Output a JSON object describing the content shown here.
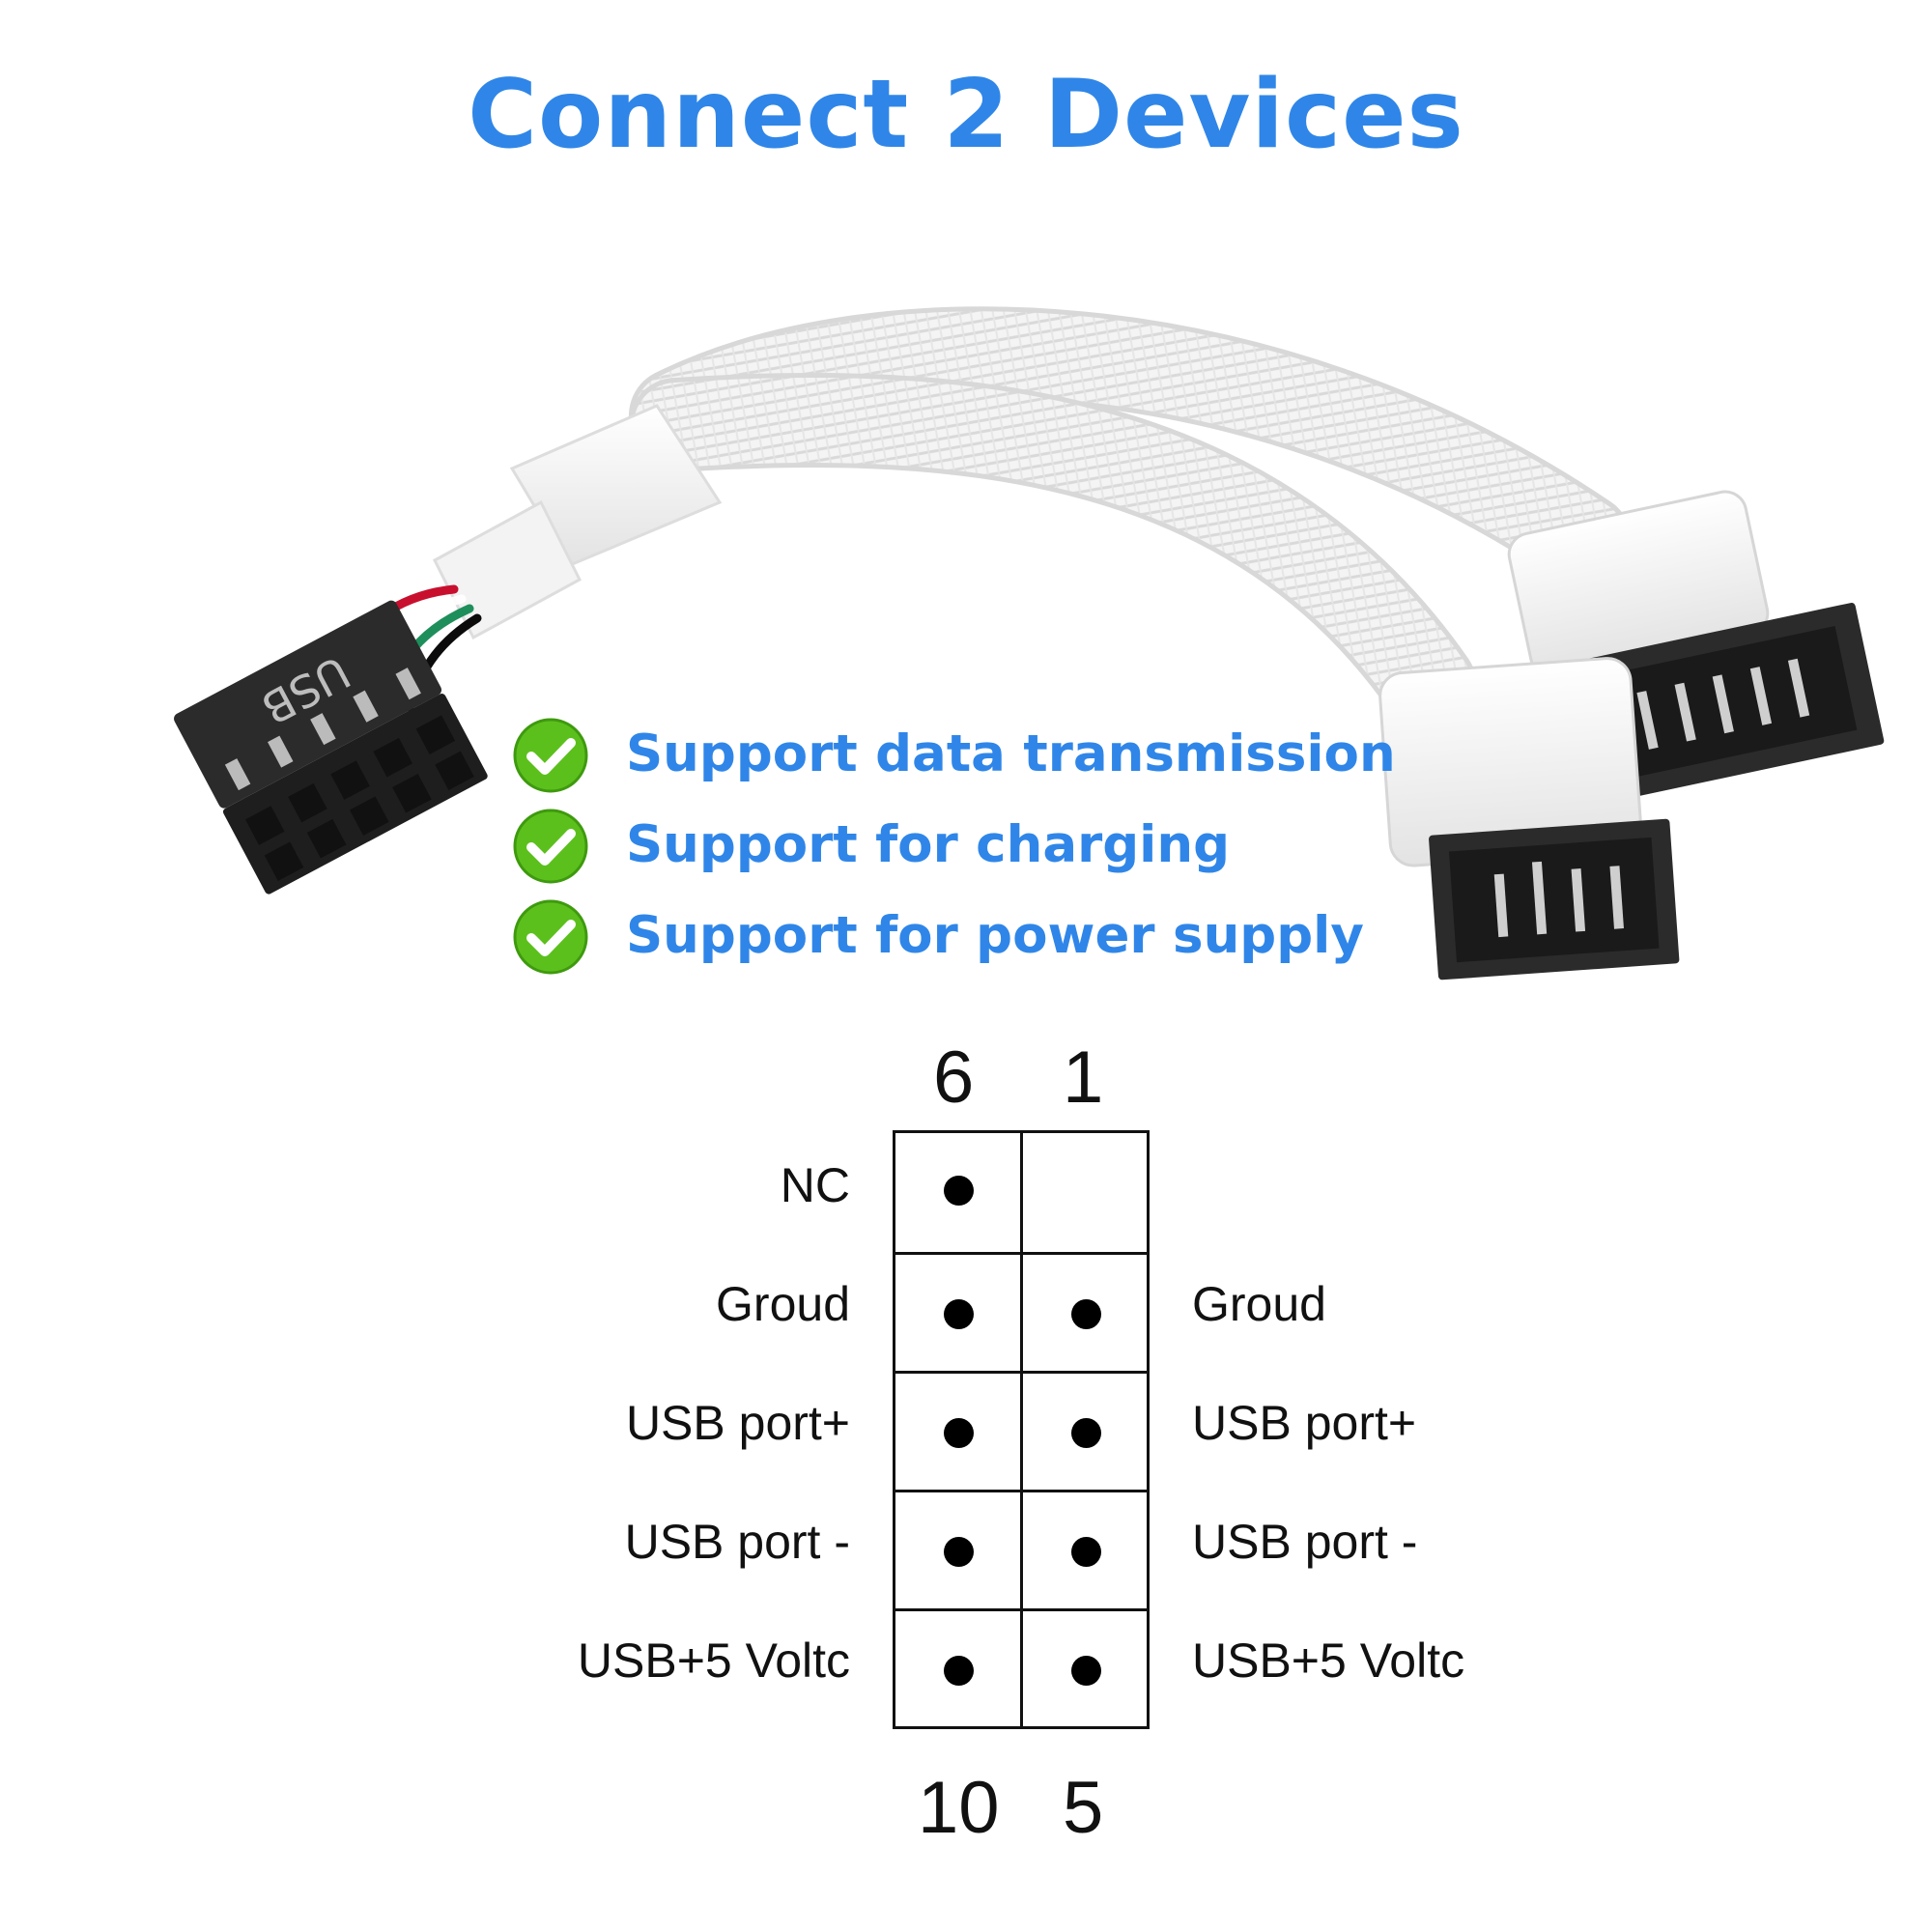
{
  "title": "Connect 2 Devices",
  "connector_text": "USB",
  "colors": {
    "accent_blue": "#2f86e8",
    "check_green": "#5cc01c",
    "connector_black": "#2b2b2b",
    "sleeve_white": "#f2f2f2"
  },
  "features": [
    {
      "icon": "check-icon",
      "text": "Support data transmission"
    },
    {
      "icon": "check-icon",
      "text": "Support for charging"
    },
    {
      "icon": "check-icon",
      "text": "Support for power supply"
    }
  ],
  "pinout": {
    "top_numbers": [
      "6",
      "1"
    ],
    "bottom_numbers": [
      "10",
      "5"
    ],
    "left_labels": [
      "NC",
      "Groud",
      "USB port+",
      "USB port -",
      "USB+5 Voltc"
    ],
    "right_labels": [
      "",
      "Groud",
      "USB port+",
      "USB port -",
      "USB+5 Voltc"
    ],
    "left_pins": [
      true,
      true,
      true,
      true,
      true
    ],
    "right_pins": [
      false,
      true,
      true,
      true,
      true
    ]
  }
}
